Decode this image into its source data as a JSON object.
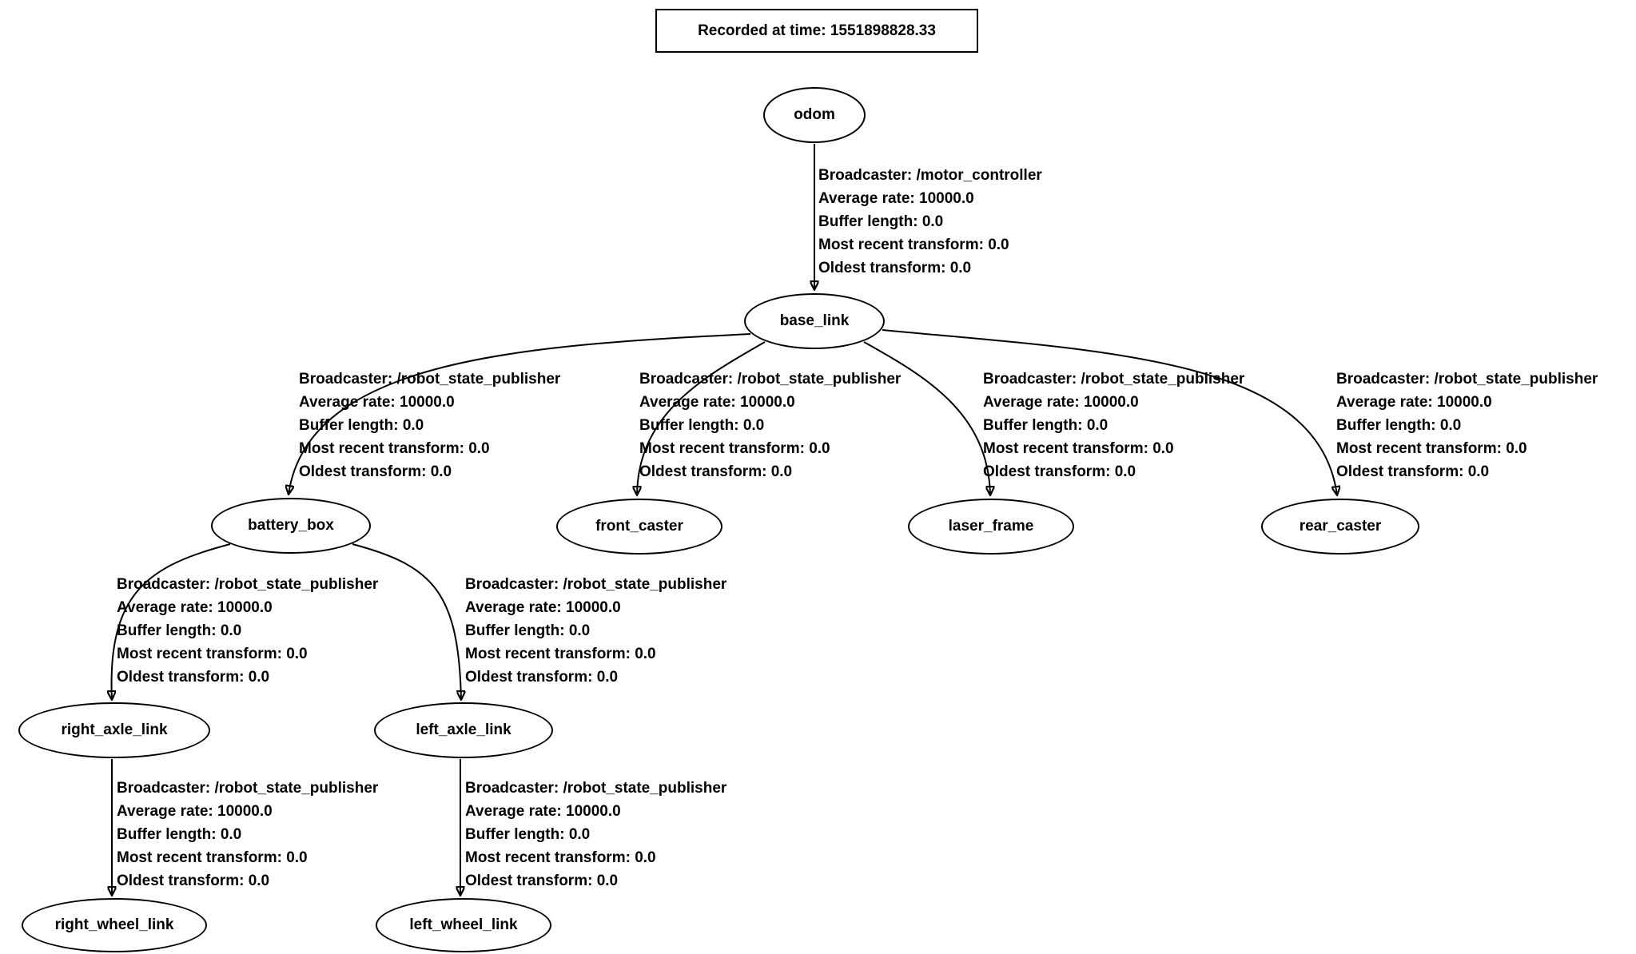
{
  "title": "Recorded at time: 1551898828.33",
  "colors": {
    "background": "#ffffff",
    "stroke": "#000000",
    "text": "#000000"
  },
  "nodes": {
    "odom": "odom",
    "base_link": "base_link",
    "battery_box": "battery_box",
    "front_caster": "front_caster",
    "laser_frame": "laser_frame",
    "rear_caster": "rear_caster",
    "right_axle_link": "right_axle_link",
    "left_axle_link": "left_axle_link",
    "right_wheel_link": "right_wheel_link",
    "left_wheel_link": "left_wheel_link"
  },
  "edges": {
    "odom_to_base_link": {
      "from": "odom",
      "to": "base_link",
      "lines": [
        "Broadcaster: /motor_controller",
        "Average rate: 10000.0",
        "Buffer length: 0.0",
        "Most recent transform: 0.0",
        "Oldest transform: 0.0"
      ]
    },
    "base_link_to_battery_box": {
      "from": "base_link",
      "to": "battery_box",
      "lines": [
        "Broadcaster: /robot_state_publisher",
        "Average rate: 10000.0",
        "Buffer length: 0.0",
        "Most recent transform: 0.0",
        "Oldest transform: 0.0"
      ]
    },
    "base_link_to_front_caster": {
      "from": "base_link",
      "to": "front_caster",
      "lines": [
        "Broadcaster: /robot_state_publisher",
        "Average rate: 10000.0",
        "Buffer length: 0.0",
        "Most recent transform: 0.0",
        "Oldest transform: 0.0"
      ]
    },
    "base_link_to_laser_frame": {
      "from": "base_link",
      "to": "laser_frame",
      "lines": [
        "Broadcaster: /robot_state_publisher",
        "Average rate: 10000.0",
        "Buffer length: 0.0",
        "Most recent transform: 0.0",
        "Oldest transform: 0.0"
      ]
    },
    "base_link_to_rear_caster": {
      "from": "base_link",
      "to": "rear_caster",
      "lines": [
        "Broadcaster: /robot_state_publisher",
        "Average rate: 10000.0",
        "Buffer length: 0.0",
        "Most recent transform: 0.0",
        "Oldest transform: 0.0"
      ]
    },
    "battery_box_to_right_axle_link": {
      "from": "battery_box",
      "to": "right_axle_link",
      "lines": [
        "Broadcaster: /robot_state_publisher",
        "Average rate: 10000.0",
        "Buffer length: 0.0",
        "Most recent transform: 0.0",
        "Oldest transform: 0.0"
      ]
    },
    "battery_box_to_left_axle_link": {
      "from": "battery_box",
      "to": "left_axle_link",
      "lines": [
        "Broadcaster: /robot_state_publisher",
        "Average rate: 10000.0",
        "Buffer length: 0.0",
        "Most recent transform: 0.0",
        "Oldest transform: 0.0"
      ]
    },
    "right_axle_link_to_right_wheel_link": {
      "from": "right_axle_link",
      "to": "right_wheel_link",
      "lines": [
        "Broadcaster: /robot_state_publisher",
        "Average rate: 10000.0",
        "Buffer length: 0.0",
        "Most recent transform: 0.0",
        "Oldest transform: 0.0"
      ]
    },
    "left_axle_link_to_left_wheel_link": {
      "from": "left_axle_link",
      "to": "left_wheel_link",
      "lines": [
        "Broadcaster: /robot_state_publisher",
        "Average rate: 10000.0",
        "Buffer length: 0.0",
        "Most recent transform: 0.0",
        "Oldest transform: 0.0"
      ]
    }
  }
}
